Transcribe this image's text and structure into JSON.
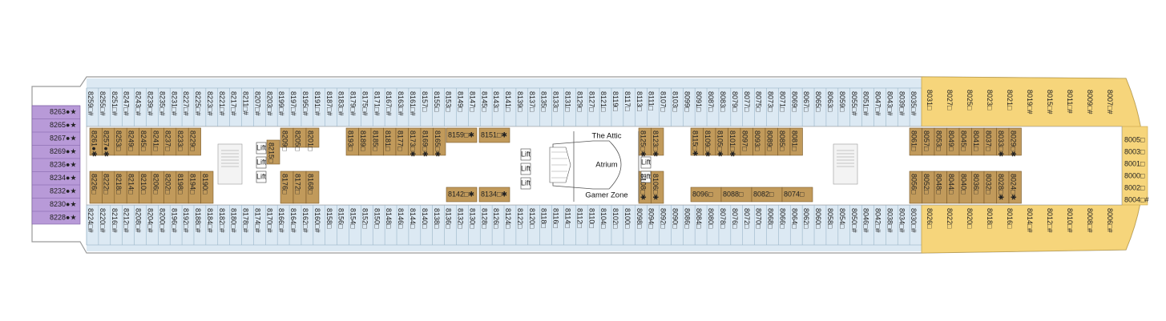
{
  "colors": {
    "balcony": "#dce9f3",
    "interior": "#c19a5b",
    "suite_yellow": "#f6d57b",
    "suite_purple": "#b89ad8",
    "hull_outline": "#9a9a9a",
    "corridor": "#ffffff"
  },
  "symbol_legend_names": [
    "bed-square-symbol",
    "accessible-star-symbol",
    "connecting-hash-symbol",
    "sofa-asterisk-symbol"
  ],
  "areas": {
    "attic": "The Attic",
    "atrium": "Atrium",
    "gamer_zone": "Gamer Zone",
    "lift": "Lift"
  },
  "cabins": {
    "stern_suites": [
      "8263●★",
      "8265●★",
      "8267●★",
      "8269●★",
      "8236●★",
      "8234●★",
      "8232●★",
      "8230●★",
      "8228●★"
    ],
    "top_outer": [
      "8259□#",
      "8255□#",
      "8251□#",
      "8247□#",
      "8243□#",
      "8239□#",
      "8235□#",
      "8231□#",
      "8227□#",
      "8225□#",
      "8223□#",
      "8221□#",
      "8217□#",
      "8211□#",
      "8207□#",
      "8203□#",
      "8199□#",
      "8197□#",
      "8195□#",
      "8191□#",
      "8187□#",
      "8183□#",
      "8179□#",
      "8175□#",
      "8171□#",
      "8167□#",
      "8163□#",
      "8161□#",
      "8157□",
      "8155□",
      "8153□",
      "8149□",
      "8147□",
      "8145□",
      "8143□",
      "8141□",
      "8139□",
      "8137□",
      "8135□",
      "8133□",
      "8131□",
      "8129□",
      "8127□",
      "8121□",
      "8119□",
      "8117□",
      "8113□",
      "8111□",
      "8107□",
      "8103□",
      "8099□",
      "8091□",
      "8087□",
      "8083□",
      "8079□",
      "8077□",
      "8075□",
      "8073□",
      "8071□",
      "8069□",
      "8067□",
      "8065□",
      "8063□",
      "8059□",
      "8055□#",
      "8051□#",
      "8047□#",
      "8043□#",
      "8039□#",
      "8035□#",
      "8031□",
      "8027□",
      "8025□",
      "8023□",
      "8021□",
      "8019□#",
      "8015□#",
      "8011□#",
      "8009□#",
      "8007□#"
    ],
    "bottom_outer": [
      "8224□#",
      "8220□#",
      "8216□#",
      "8212□#",
      "8208□#",
      "8204□#",
      "8200□#",
      "8196□#",
      "8192□#",
      "8188□#",
      "8184□#",
      "8182□#",
      "8180□#",
      "8178□#",
      "8174□#",
      "8170□#",
      "8166□#",
      "8164□#",
      "8162□#",
      "8160□#",
      "8158□",
      "8156□",
      "8154□",
      "8152□",
      "8150□",
      "8148□",
      "8146□",
      "8144□",
      "8140□",
      "8138□",
      "8136□",
      "8132□",
      "8130□",
      "8128□",
      "8126□",
      "8124□",
      "8122□",
      "8120□",
      "8118□",
      "8116□",
      "8114□",
      "8112□",
      "8110□",
      "8104□",
      "8102□",
      "8100□",
      "8098□",
      "8094□",
      "8092□",
      "8090□",
      "8086□",
      "8084□",
      "8080□",
      "8078□",
      "8076□",
      "8072□",
      "8070□",
      "8068□",
      "8066□",
      "8064□",
      "8062□",
      "8060□",
      "8058□",
      "8054□",
      "8050□#",
      "8046□#",
      "8042□#",
      "8038□#",
      "8034□#",
      "8030□#",
      "8026□",
      "8022□",
      "8020□",
      "8018□",
      "8016□",
      "8014□#",
      "8012□#",
      "8010□#",
      "8008□#",
      "8006□#"
    ],
    "inner_top": [
      "8261●✱",
      "8257●✱",
      "8253□",
      "8249□",
      "8245□",
      "8241□",
      "8237□",
      "8233□",
      "8229□",
      "8209□",
      "8205□",
      "8201□",
      "8193□",
      "8189□",
      "8185□",
      "8181□",
      "8177□",
      "8173□✱",
      "8169□✱",
      "8165□✱",
      "8125□✱",
      "8123□✱",
      "8115□✱",
      "8109□✱",
      "8105□✱",
      "8101□✱",
      "8097□",
      "8093□",
      "8089□",
      "8085□",
      "8081□",
      "8061□",
      "8057□",
      "8053□",
      "8049□",
      "8045□",
      "8041□",
      "8037□",
      "8033□✱",
      "8029□✱"
    ],
    "inner_bottom": [
      "8226□",
      "8222□",
      "8218□",
      "8214□",
      "8210□",
      "8206□",
      "8202□",
      "8198□",
      "8194□",
      "8190□",
      "8176□",
      "8172□",
      "8168□",
      "8108□✱",
      "8106□✱",
      "8056□",
      "8052□",
      "8048□",
      "8044□",
      "8040□",
      "8036□",
      "8032□",
      "8028□✱",
      "8024□✱"
    ],
    "inner_single": [
      "8215□"
    ],
    "inner_horizontal": [
      "8159□✱",
      "8151□✱",
      "8142□✱",
      "8134□✱",
      "8096□",
      "8088□",
      "8082□",
      "8074□"
    ],
    "bow_suites": [
      "8005□",
      "8003□",
      "8001□",
      "8000□",
      "8002□",
      "8004□#"
    ]
  }
}
